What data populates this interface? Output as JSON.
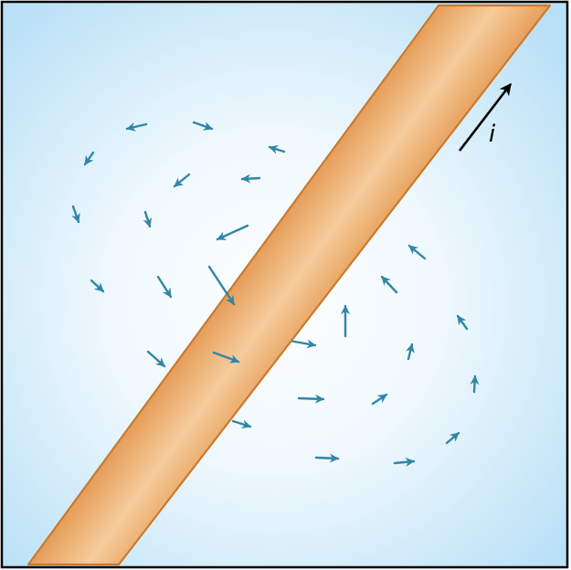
{
  "figure": {
    "current_label": "i",
    "colors": {
      "background_center": "#ffffff",
      "background_edge": "#bfe3f7",
      "frame": "#000000",
      "wire_light": "#f7c996",
      "wire_mid": "#eba566",
      "wire_edge": "#c97a30",
      "field_arrow": "#2f86a8",
      "current_arrow": "#000000"
    },
    "icons": {
      "wire": "straight-current-carrying-wire",
      "field": "magnetic-field-vector-arrows",
      "current": "current-direction-arrow"
    }
  }
}
